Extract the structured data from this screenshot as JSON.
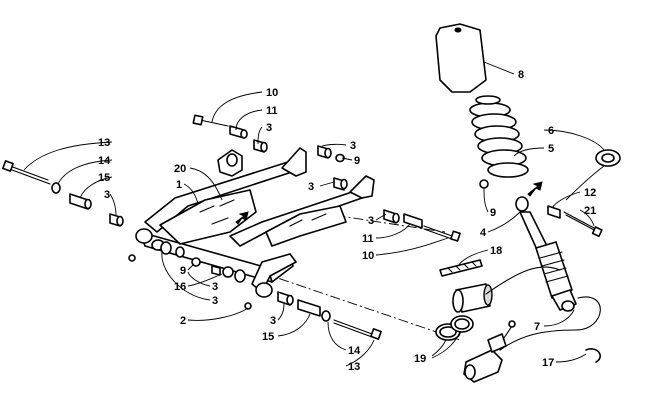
{
  "labels": [
    {
      "id": "l10a",
      "text": "10"
    },
    {
      "id": "l11a",
      "text": "11"
    },
    {
      "id": "l3a",
      "text": "3"
    },
    {
      "id": "l3b",
      "text": "3"
    },
    {
      "id": "l9a",
      "text": "9"
    },
    {
      "id": "l3c",
      "text": "3"
    },
    {
      "id": "l13a",
      "text": "13"
    },
    {
      "id": "l14a",
      "text": "14"
    },
    {
      "id": "l15a",
      "text": "15"
    },
    {
      "id": "l3d",
      "text": "3"
    },
    {
      "id": "l20",
      "text": "20"
    },
    {
      "id": "l1",
      "text": "1"
    },
    {
      "id": "l3e",
      "text": "3"
    },
    {
      "id": "l11b",
      "text": "11"
    },
    {
      "id": "l10b",
      "text": "10"
    },
    {
      "id": "l9b",
      "text": "9"
    },
    {
      "id": "l16",
      "text": "16"
    },
    {
      "id": "l3f",
      "text": "3"
    },
    {
      "id": "l3g",
      "text": "3"
    },
    {
      "id": "l2",
      "text": "2"
    },
    {
      "id": "l3h",
      "text": "3"
    },
    {
      "id": "l15b",
      "text": "15"
    },
    {
      "id": "l14b",
      "text": "14"
    },
    {
      "id": "l13b",
      "text": "13"
    },
    {
      "id": "l8",
      "text": "8"
    },
    {
      "id": "l6",
      "text": "6"
    },
    {
      "id": "l5",
      "text": "5"
    },
    {
      "id": "l9c",
      "text": "9"
    },
    {
      "id": "l12",
      "text": "12"
    },
    {
      "id": "l21",
      "text": "21"
    },
    {
      "id": "l4",
      "text": "4"
    },
    {
      "id": "l18",
      "text": "18"
    },
    {
      "id": "l7",
      "text": "7"
    },
    {
      "id": "l19",
      "text": "19"
    },
    {
      "id": "l17",
      "text": "17"
    }
  ]
}
